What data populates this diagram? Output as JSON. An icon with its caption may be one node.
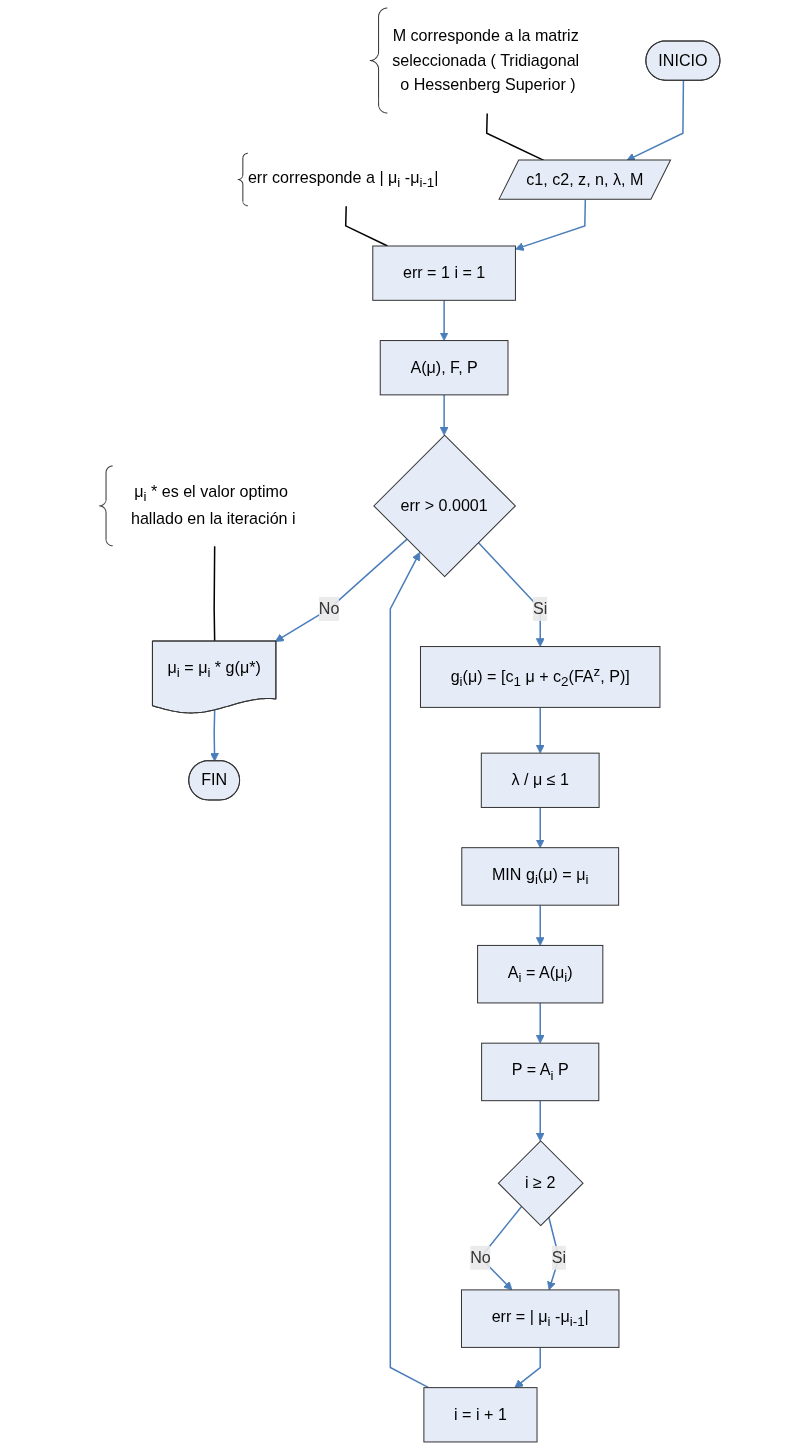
{
  "diagram": {
    "nodes": [
      {
        "text": [
          "INICIO"
        ]
      },
      {
        "text": [
          "c1, c2, z, n, λ, M"
        ]
      },
      {
        "text": [
          "err = 1 i = 1"
        ]
      },
      {
        "text": [
          "A(μ), F, P"
        ]
      },
      {
        "text": [
          "err > 0.0001"
        ]
      },
      {
        "text": [
          "μ$_{i}$ = μ$_{i}$ * g(μ*)"
        ]
      },
      {
        "text": [
          "FIN"
        ]
      },
      {
        "text": [
          "g$_{i}$(μ) = [c$_{1}$ μ + c$_{2}$(FA$^{z}$, P)]"
        ]
      },
      {
        "text": [
          "λ / μ ≤ 1"
        ]
      },
      {
        "text": [
          "MIN g$_{i}$(μ) = μ$_{i}$"
        ]
      },
      {
        "text": [
          "A$_{i}$ = A(μ$_{i}$)"
        ]
      },
      {
        "text": [
          "P = A$_{i}$ P"
        ]
      },
      {
        "text": [
          "i ≥ 2"
        ]
      },
      {
        "text": [
          "err = | μ$_{i}$ -μ$_{i-1}$|"
        ]
      },
      {
        "text": [
          "i = i + 1"
        ]
      },
      {
        "text": [
          "M corresponde a la matriz seleccionada ( Tridiagonal o Hessenberg Superior )"
        ]
      },
      {
        "text": [
          "err corresponde a | μ$_{i}$ -μ$_{i-1}$|"
        ]
      },
      {
        "text": [
          "μ$_{i}$ * es el valor optimo hallado en la iteración i"
        ]
      }
    ],
    "edges": [
      {
        "from": 0,
        "to": 1,
        "arrow": "to"
      },
      {
        "from": 1,
        "to": 2,
        "arrow": "to"
      },
      {
        "from": 2,
        "to": 3,
        "arrow": "to"
      },
      {
        "from": 3,
        "to": 4,
        "arrow": "to"
      },
      {
        "from": 4,
        "to": 5,
        "arrow": "to",
        "label": "No"
      },
      {
        "from": 5,
        "to": 6,
        "arrow": "to"
      },
      {
        "from": 4,
        "to": 7,
        "arrow": "to",
        "label": "Si"
      },
      {
        "from": 7,
        "to": 8,
        "arrow": "to"
      },
      {
        "from": 8,
        "to": 9,
        "arrow": "to"
      },
      {
        "from": 9,
        "to": 10,
        "arrow": "to"
      },
      {
        "from": 10,
        "to": 11,
        "arrow": "to"
      },
      {
        "from": 11,
        "to": 12,
        "arrow": "to"
      },
      {
        "from": 12,
        "to": 13,
        "arrow": "to",
        "label": "Si"
      },
      {
        "from": 12,
        "to": 13,
        "arrow": "to",
        "label": "No"
      },
      {
        "from": 13,
        "to": 14,
        "arrow": "to"
      },
      {
        "from": 14,
        "to": 4,
        "arrow": "to"
      },
      {
        "from": 15,
        "to": 1,
        "arrow": "none",
        "color": "#000000"
      },
      {
        "from": 16,
        "to": 2,
        "arrow": "none",
        "color": "#000000"
      },
      {
        "from": 17,
        "to": 5,
        "arrow": "none",
        "color": "#000000"
      }
    ]
  }
}
